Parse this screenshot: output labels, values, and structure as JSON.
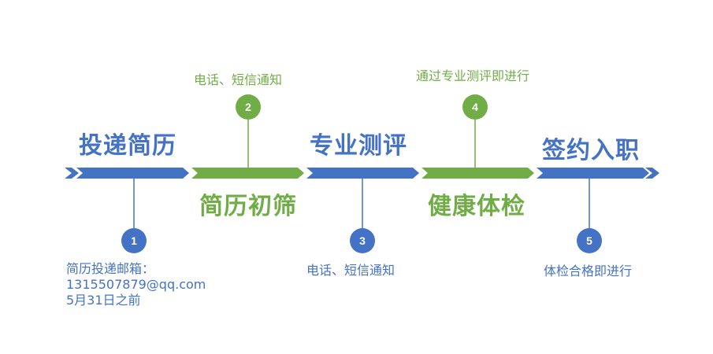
{
  "colors": {
    "blue": "#4472C4",
    "green": "#70AD47"
  },
  "stages": [
    {
      "title": "投递简历",
      "color": "blue"
    },
    {
      "title": "简历初筛",
      "color": "green"
    },
    {
      "title": "专业测评",
      "color": "blue"
    },
    {
      "title": "健康体检",
      "color": "green"
    },
    {
      "title": "签约入职",
      "color": "blue"
    }
  ],
  "steps": [
    {
      "number": "1",
      "note_lines": [
        "简历投递邮箱：",
        "1315507879@qq.com",
        "5月31日之前"
      ]
    },
    {
      "number": "2",
      "note": "电话、短信通知"
    },
    {
      "number": "3",
      "note": "电话、短信通知"
    },
    {
      "number": "4",
      "note": "通过专业测评即进行"
    },
    {
      "number": "5",
      "note": "体检合格即进行"
    }
  ]
}
